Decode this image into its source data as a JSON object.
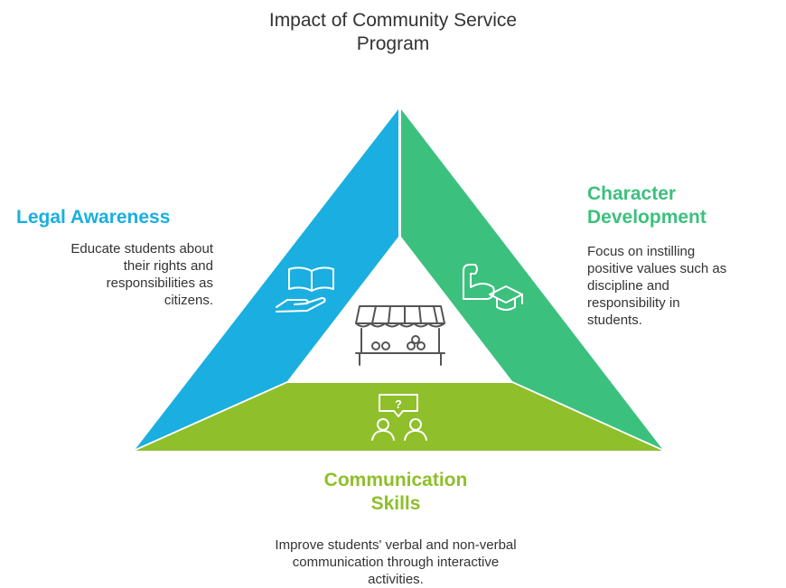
{
  "title": "Impact of Community Service\nProgram",
  "center_icon": "market-stall-icon",
  "segments": [
    {
      "id": "legal",
      "heading": "Legal Awareness",
      "description": "Educate students about\ntheir rights and\nresponsibilities as\ncitizens.",
      "color": "#1aafe0",
      "icon": "book-in-hand-icon"
    },
    {
      "id": "character",
      "heading": "Character\nDevelopment",
      "description": "Focus on instilling\npositive values such as\ndiscipline and\nresponsibility in\nstudents.",
      "color": "#3cc07e",
      "icon": "arm-graduation-cap-icon"
    },
    {
      "id": "communication",
      "heading": "Communication\nSkills",
      "description": "Improve students' verbal and non-verbal\ncommunication through interactive\nactivities.",
      "color": "#8fbf2a",
      "icon": "two-people-question-bubble-icon"
    }
  ]
}
